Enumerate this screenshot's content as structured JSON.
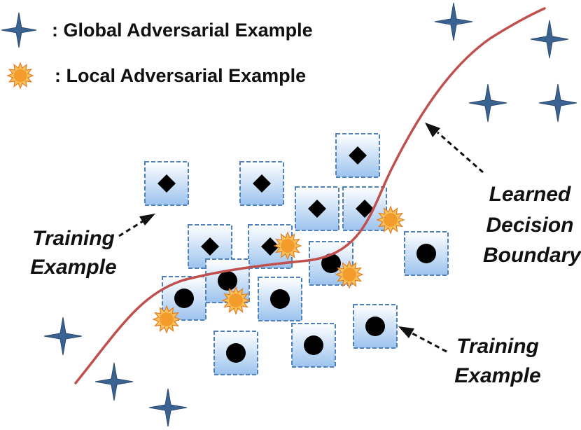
{
  "legend": {
    "global_label": ": Global Adversarial Example",
    "local_label": ": Local  Adversarial Example"
  },
  "annotations": {
    "training_example_left": [
      "Training",
      "Example"
    ],
    "training_example_right": [
      "Training",
      "Example"
    ],
    "boundary": [
      "Learned",
      "Decision",
      "Boundary"
    ]
  },
  "colors": {
    "boundary_line": "#c0504d",
    "star": "#3b6391",
    "sun": "#f39c2c",
    "box_border": "#4f81bd",
    "box_fill_top": "#ffffff",
    "box_fill_bottom": "#9cc3ee",
    "marker": "#000000"
  },
  "icons": {
    "global_adversarial": "four-point-star-icon",
    "local_adversarial": "starburst-icon",
    "class_a_marker": "diamond-icon",
    "class_b_marker": "circle-icon"
  }
}
